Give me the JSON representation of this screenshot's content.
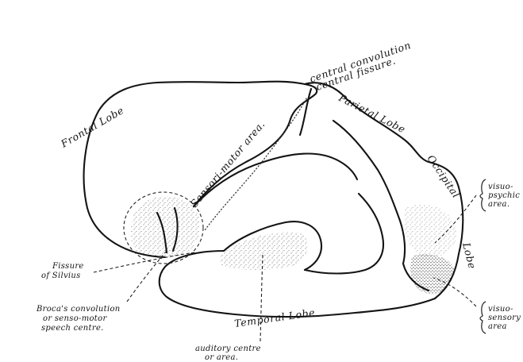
{
  "labels": {
    "frontal_lobe": "Frontal Lobe",
    "central_convolution": "central convolution",
    "central_fissure": "central fissure.",
    "parietal_lobe": "Parietal Lobe",
    "occipital": "Occipital",
    "occipital_lobe": "Lobe",
    "sensori_motor_area": "Sensori-motor area.",
    "visuo_psychic": [
      "visuo-",
      "psychic",
      "area."
    ],
    "fissure_of_silvius": [
      "Fissure",
      "of Silvius"
    ],
    "brocas": [
      "Broca's convolution",
      "or senso-motor",
      "speech centre."
    ],
    "temporal_lobe": "Temporal Lobe",
    "visuo_sensory": [
      "visuo-",
      "sensory",
      "area"
    ],
    "auditory": [
      "auditory centre",
      "or area."
    ]
  }
}
